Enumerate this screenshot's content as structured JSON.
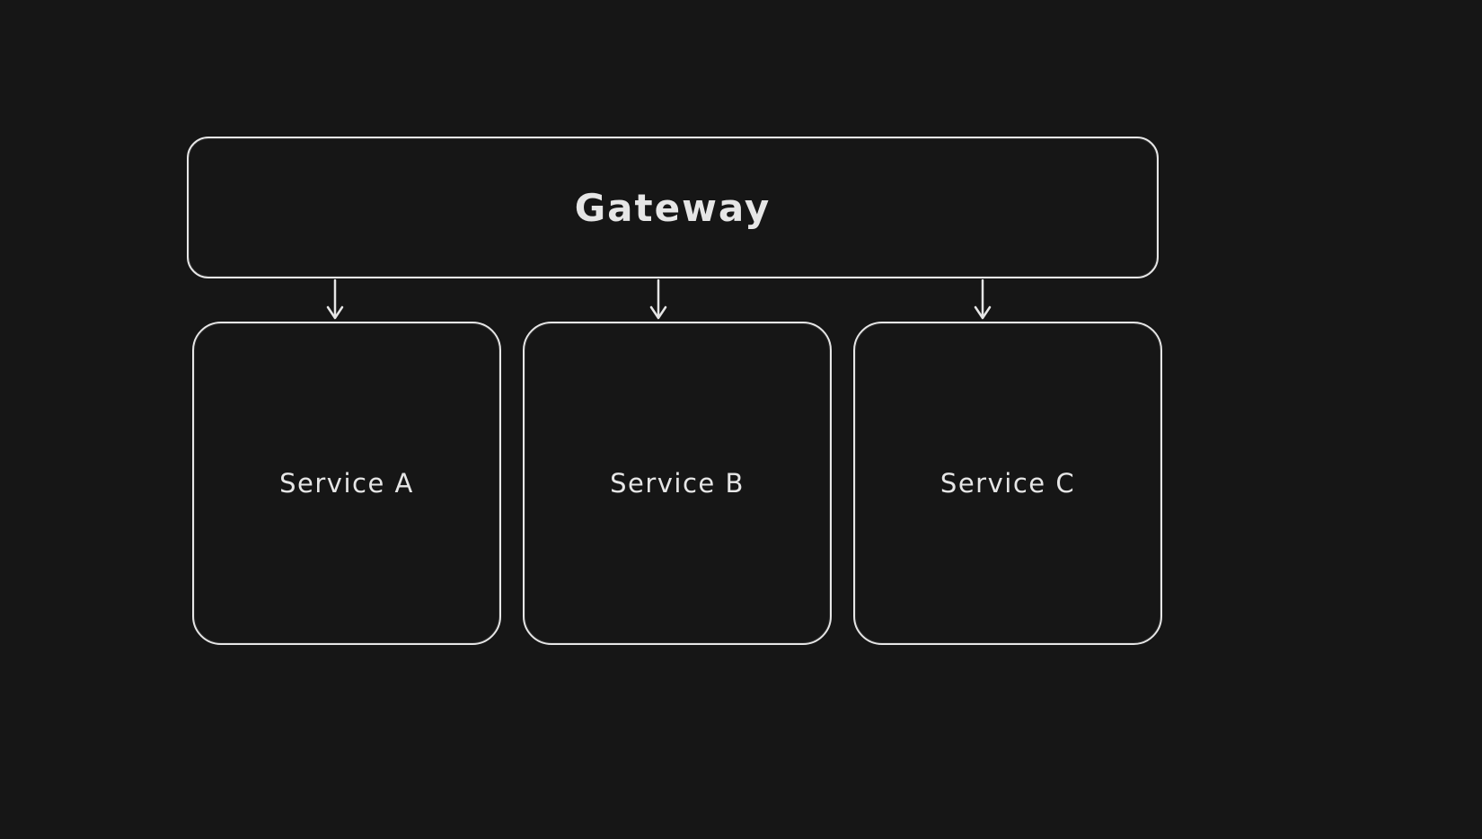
{
  "canvas": {
    "background_color": "#161616",
    "stroke_color": "#e6e6e6",
    "text_color": "#e6e6e6"
  },
  "diagram": {
    "gateway": {
      "label": "Gateway"
    },
    "services": [
      {
        "label": "Service A"
      },
      {
        "label": "Service B"
      },
      {
        "label": "Service C"
      }
    ],
    "connections": [
      {
        "from": "Gateway",
        "to": "Service A"
      },
      {
        "from": "Gateway",
        "to": "Service B"
      },
      {
        "from": "Gateway",
        "to": "Service C"
      }
    ]
  }
}
